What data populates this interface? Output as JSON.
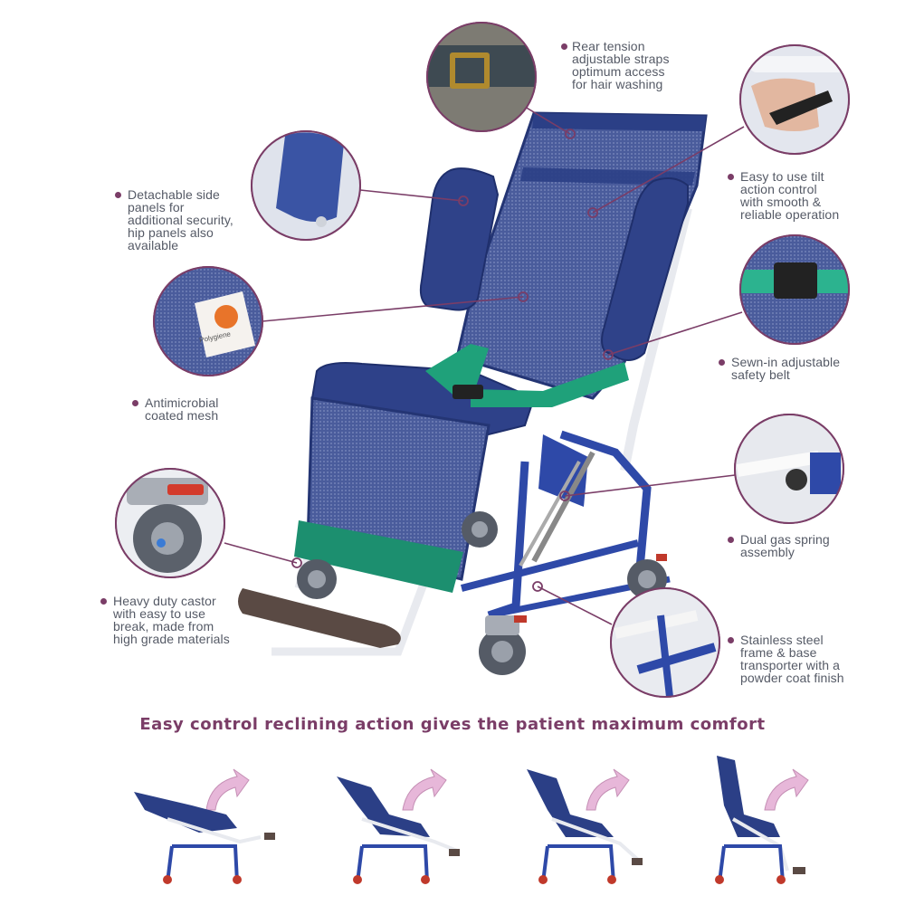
{
  "features": {
    "rear_tension": [
      "Rear tension",
      "adjustable straps",
      "optimum access",
      "for hair washing"
    ],
    "side_panels": [
      "Detachable side",
      "panels for",
      "additional security,",
      "hip panels also",
      "available"
    ],
    "tilt_control": [
      "Easy to use tilt",
      "action control",
      "with smooth &",
      "reliable operation"
    ],
    "mesh": [
      "Antimicrobial",
      "coated mesh"
    ],
    "safety_belt": [
      "Sewn-in adjustable",
      "safety belt"
    ],
    "gas_spring": [
      "Dual gas spring",
      "assembly"
    ],
    "castor": [
      "Heavy duty castor",
      "with easy to use",
      "break, made from",
      "high grade materials"
    ],
    "frame": [
      "Stainless steel",
      "frame & base",
      "transporter with a",
      "powder coat finish"
    ]
  },
  "mesh_tag_text": "Polygiene",
  "caption": "Easy control reclining action gives the patient maximum comfort",
  "colors": {
    "accent": "#7a3d67",
    "chair_blue": "#2b3f86",
    "mesh_blue": "#3b4e8f",
    "belt_green": "#1fa17a",
    "frame_white": "#f2f3f6",
    "base_blue": "#2e49a8",
    "footrest": "#5a4a44",
    "arrow_pink": "#e7b7d9"
  }
}
